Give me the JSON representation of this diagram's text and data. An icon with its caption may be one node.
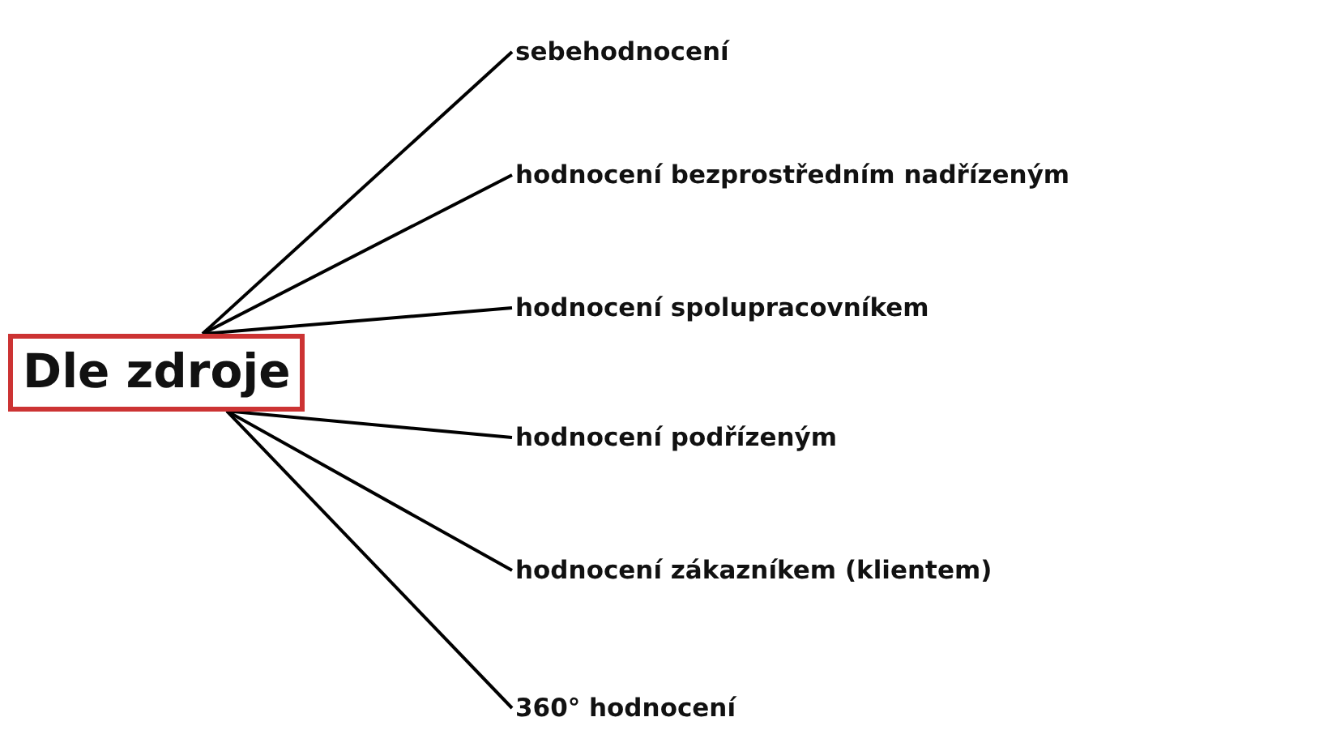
{
  "diagram": {
    "nodes": [
      {
        "text": [
          "Dle zdroje"
        ]
      },
      {
        "text": [
          "sebehodnocení"
        ]
      },
      {
        "text": [
          "hodnocení bezprostředním nadřízeným"
        ]
      },
      {
        "text": [
          "hodnocení spolupracovníkem"
        ]
      },
      {
        "text": [
          "hodnocení podřízeným"
        ]
      },
      {
        "text": [
          "hodnocení zákazníkem (klientem)"
        ]
      },
      {
        "text": [
          "360° hodnocení"
        ]
      }
    ],
    "edges": [
      {
        "from": 0,
        "to": 1,
        "arrow": "none"
      },
      {
        "from": 0,
        "to": 2,
        "arrow": "none"
      },
      {
        "from": 0,
        "to": 3,
        "arrow": "none"
      },
      {
        "from": 0,
        "to": 4,
        "arrow": "none"
      },
      {
        "from": 0,
        "to": 5,
        "arrow": "none"
      },
      {
        "from": 0,
        "to": 6,
        "arrow": "none"
      }
    ]
  }
}
